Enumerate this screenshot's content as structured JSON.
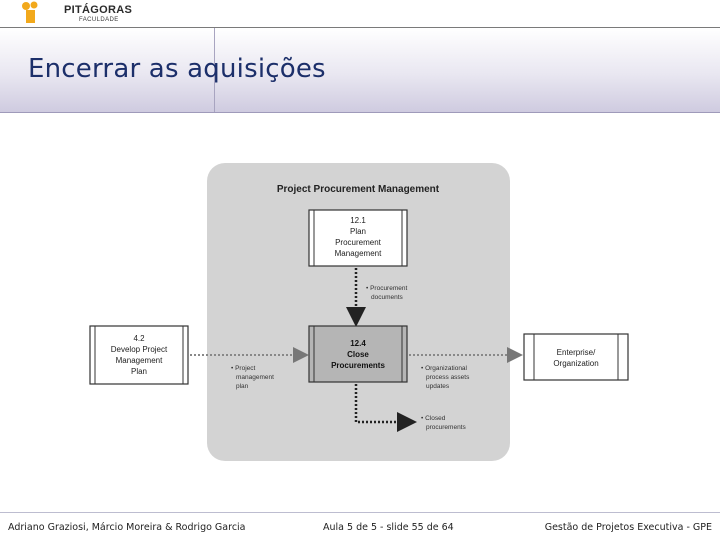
{
  "header": {
    "logo_name": "PITÁGORAS",
    "logo_sub": "FACULDADE"
  },
  "slide": {
    "title": "Encerrar as aquisições"
  },
  "diagram": {
    "group_title": "Project Procurement Management",
    "process_12_1": [
      "12.1",
      "Plan",
      "Procurement",
      "Management"
    ],
    "process_12_4": [
      "12.4",
      "Close",
      "Procurements"
    ],
    "process_4_2": [
      "4.2",
      "Develop Project",
      "Management",
      "Plan"
    ],
    "enterprise": [
      "Enterprise/",
      "Organization"
    ],
    "label_proc_docs": [
      "• Procurement",
      "documents"
    ],
    "label_pm_plan": [
      "• Project",
      "management",
      "plan"
    ],
    "label_opa": [
      "• Organizational",
      "process assets",
      "updates"
    ],
    "label_closed": [
      "• Closed",
      "procurements"
    ]
  },
  "footer": {
    "authors": "Adriano Graziosi, Márcio Moreira & Rodrigo Garcia",
    "slide_info": "Aula 5 de 5 - slide 55 de 64",
    "course": "Gestão de Projetos Executiva - GPE"
  }
}
